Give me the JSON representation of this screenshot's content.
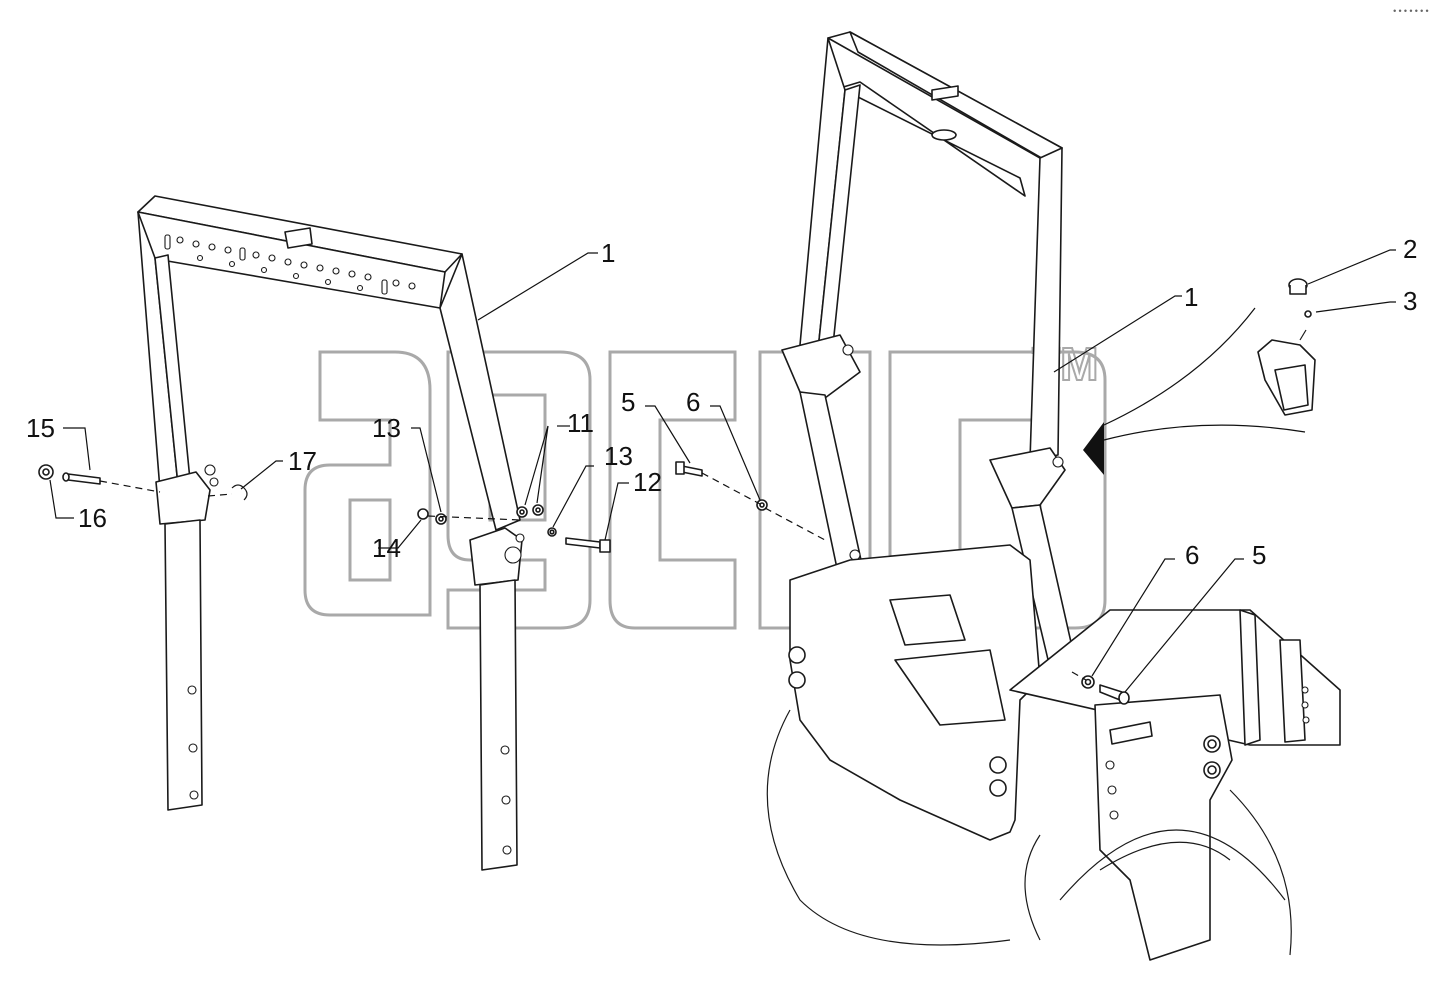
{
  "document": {
    "corner_ref": "•••••••",
    "watermark": {
      "logo_text": "agco",
      "trademark": "TM"
    }
  },
  "callouts": {
    "left_assembly": {
      "c1": "1",
      "c11": "11",
      "c12": "12",
      "c13_upper": "13",
      "c13_lower": "13",
      "c14": "14",
      "c15": "15",
      "c16": "16",
      "c17": "17"
    },
    "right_assembly": {
      "c1": "1",
      "c2": "2",
      "c3": "3",
      "c5_upper": "5",
      "c6_upper": "6",
      "c5_lower": "5",
      "c6_lower": "6"
    }
  }
}
